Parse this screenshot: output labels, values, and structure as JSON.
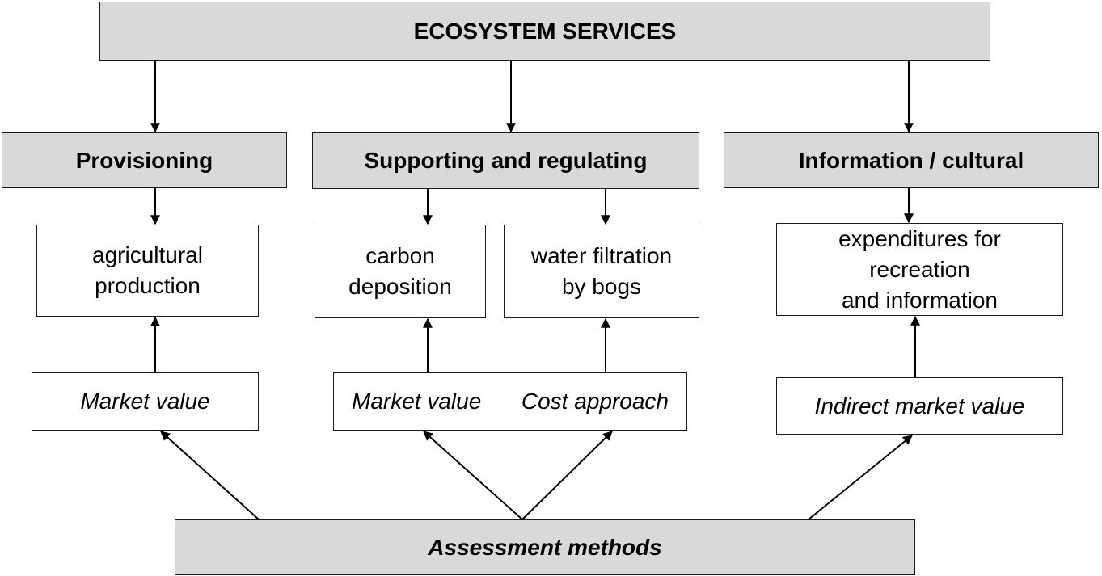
{
  "title": "ECOSYSTEM SERVICES",
  "categories": {
    "provisioning": "Provisioning",
    "supporting": "Supporting and regulating",
    "cultural": "Information / cultural"
  },
  "services": {
    "agricultural": "agricultural\nproduction",
    "carbon": "carbon\ndeposition",
    "water": "water filtration\nby bogs",
    "recreation": "expenditures for\nrecreation\nand information"
  },
  "methods": {
    "market_value_1": "Market value",
    "market_value_2": "Market value",
    "cost_approach": "Cost approach",
    "indirect_market_value": "Indirect market value"
  },
  "assessment": "Assessment methods"
}
